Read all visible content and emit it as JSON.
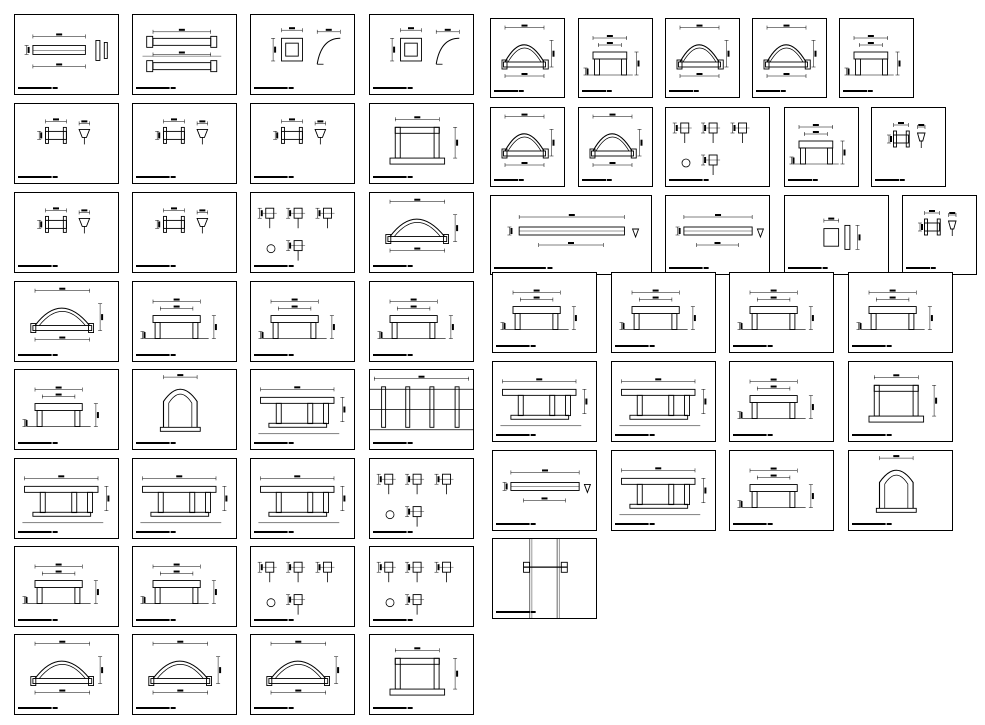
{
  "canvas": {
    "background": "#ffffff",
    "ink": "#000000"
  },
  "sheets": [
    {
      "kind": "bar-clip"
    },
    {
      "kind": "bar-double"
    },
    {
      "kind": "square-arc"
    },
    {
      "kind": "square-arc"
    },
    {
      "kind": "small-parts"
    },
    {
      "kind": "small-parts"
    },
    {
      "kind": "small-parts"
    },
    {
      "kind": "handle-tall"
    },
    {
      "kind": "small-parts"
    },
    {
      "kind": "small-parts"
    },
    {
      "kind": "fittings"
    },
    {
      "kind": "arch"
    },
    {
      "kind": "arch"
    },
    {
      "kind": "handle"
    },
    {
      "kind": "handle"
    },
    {
      "kind": "handle"
    },
    {
      "kind": "handle"
    },
    {
      "kind": "arch-tall"
    },
    {
      "kind": "handle-legs"
    },
    {
      "kind": "rail-multi"
    },
    {
      "kind": "handle-legs"
    },
    {
      "kind": "handle-legs"
    },
    {
      "kind": "handle-legs"
    },
    {
      "kind": "fittings"
    },
    {
      "kind": "handle"
    },
    {
      "kind": "handle"
    },
    {
      "kind": "fittings"
    },
    {
      "kind": "fittings"
    },
    {
      "kind": "arch"
    },
    {
      "kind": "arch"
    },
    {
      "kind": "arch"
    },
    {
      "kind": "handle-tall"
    },
    {
      "kind": "arch"
    },
    {
      "kind": "handle"
    },
    {
      "kind": "arch"
    },
    {
      "kind": "arch"
    },
    {
      "kind": "handle"
    },
    {
      "kind": "arch"
    },
    {
      "kind": "arch"
    },
    {
      "kind": "fittings"
    },
    {
      "kind": "handle"
    },
    {
      "kind": "small-parts"
    },
    {
      "kind": "bar-long"
    },
    {
      "kind": "bar-long"
    },
    {
      "kind": "square-part"
    },
    {
      "kind": "small-parts"
    },
    {
      "kind": "handle"
    },
    {
      "kind": "handle"
    },
    {
      "kind": "handle"
    },
    {
      "kind": "handle"
    },
    {
      "kind": "handle-legs"
    },
    {
      "kind": "handle-legs"
    },
    {
      "kind": "handle"
    },
    {
      "kind": "handle-tall"
    },
    {
      "kind": "bar-long"
    },
    {
      "kind": "handle-legs"
    },
    {
      "kind": "handle"
    },
    {
      "kind": "arch-tall"
    },
    {
      "kind": "door-pull"
    }
  ]
}
